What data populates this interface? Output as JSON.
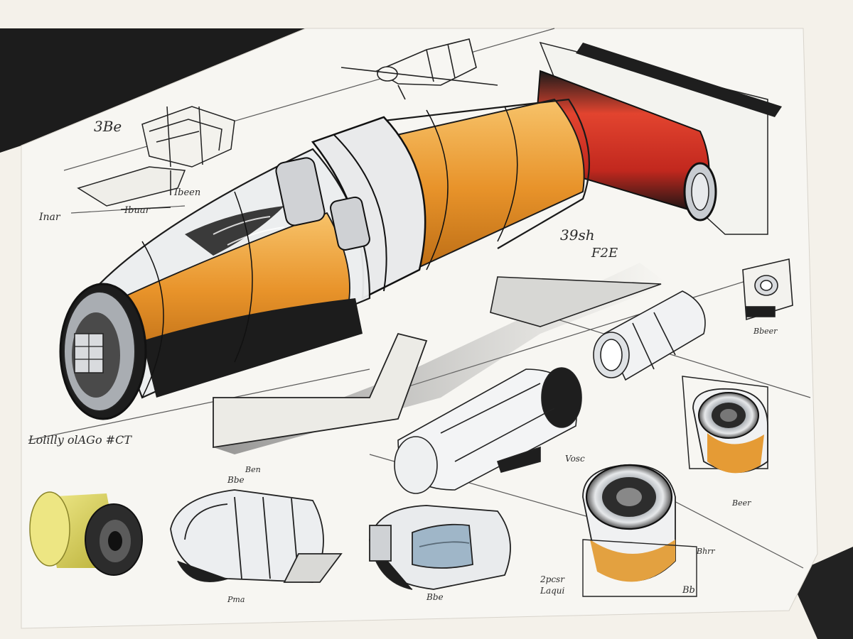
{
  "scene": {
    "kind": "hand-drawn industrial design concept sketch sheet",
    "subject": "handheld cylindrical vacuum / motor unit with exploded components",
    "annotations": [
      "3Be",
      "Ibuar",
      "Ibeen",
      "Inar",
      "39sh",
      "F2E",
      "Lolilly olAGo #CT",
      "Ben",
      "Bbe",
      "Vosc",
      "Bbeer",
      "Beer",
      "Bhrr",
      "Pma",
      "Bbe",
      "2pcsr",
      "Laqui",
      "Bb"
    ]
  },
  "colors": {
    "paper": "#f4f1ea",
    "desk_dark": "#1c1c1c",
    "ink": "#1e1e1e",
    "orange": "#e89a2c",
    "orange_light": "#f3b75a",
    "red": "#d8362a",
    "chrome": "#c9ccd1",
    "yellow": "#e3dc6a",
    "shadow": "#9a9a9a"
  }
}
